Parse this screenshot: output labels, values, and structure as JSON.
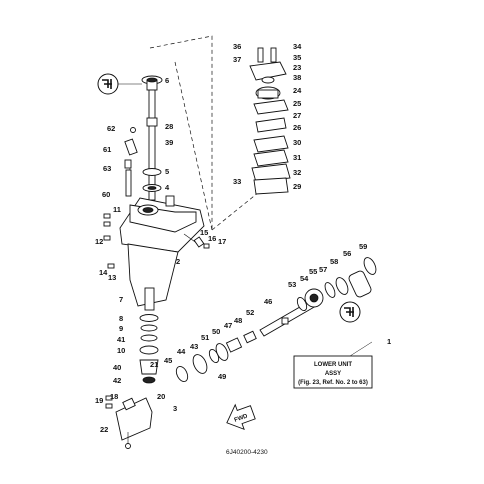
{
  "callouts": [
    "1",
    "2",
    "3",
    "4",
    "5",
    "6",
    "7",
    "8",
    "9",
    "10",
    "11",
    "12",
    "13",
    "14",
    "15",
    "16",
    "17",
    "18",
    "19",
    "20",
    "21",
    "22",
    "23",
    "24",
    "25",
    "26",
    "27",
    "28",
    "29",
    "30",
    "31",
    "32",
    "33",
    "34",
    "35",
    "36",
    "37",
    "38",
    "39",
    "40",
    "41",
    "42",
    "43",
    "44",
    "45",
    "46",
    "47",
    "48",
    "49",
    "50",
    "51",
    "52",
    "53",
    "54",
    "55",
    "56",
    "57",
    "58",
    "59",
    "60",
    "61",
    "62",
    "63"
  ],
  "label_box": {
    "line1": "LOWER UNIT",
    "line2": "ASSY",
    "line3": "(Fig. 23, Ref. No. 2 to 63)"
  },
  "drawing_code": "6J40200-4230",
  "fwd_label": "FWD"
}
